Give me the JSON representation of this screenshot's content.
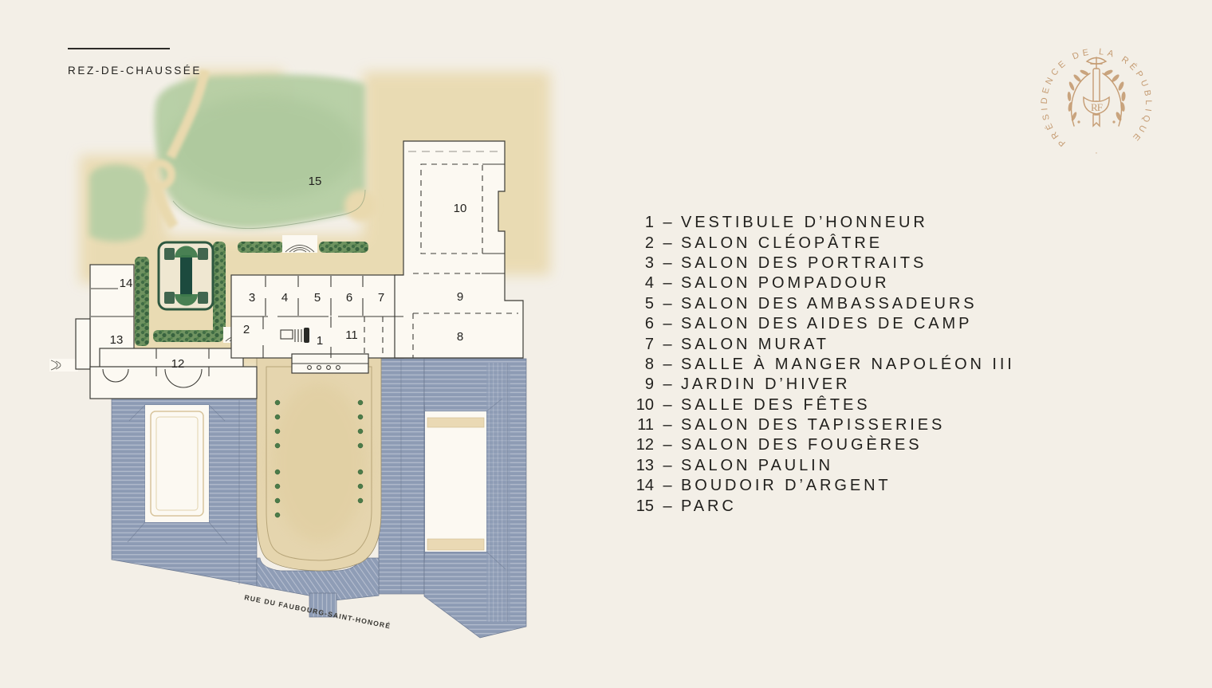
{
  "title": "REZ-DE-CHAUSSÉE",
  "legend": {
    "separator": "–",
    "items": [
      {
        "num": "1",
        "label": "VESTIBULE D’HONNEUR"
      },
      {
        "num": "2",
        "label": "SALON CLÉOPÂTRE"
      },
      {
        "num": "3",
        "label": "SALON DES PORTRAITS"
      },
      {
        "num": "4",
        "label": "SALON POMPADOUR"
      },
      {
        "num": "5",
        "label": "SALON DES AMBASSADEURS"
      },
      {
        "num": "6",
        "label": "SALON DES AIDES DE CAMP"
      },
      {
        "num": "7",
        "label": "SALON MURAT"
      },
      {
        "num": "8",
        "label": "SALLE À MANGER NAPOLÉON III"
      },
      {
        "num": "9",
        "label": "JARDIN D’HIVER"
      },
      {
        "num": "10",
        "label": "SALLE DES FÊTES"
      },
      {
        "num": "11",
        "label": "SALON DES TAPISSERIES"
      },
      {
        "num": "12",
        "label": "SALON DES FOUGÈRES"
      },
      {
        "num": "13",
        "label": "SALON PAULIN"
      },
      {
        "num": "14",
        "label": "BOUDOIR D’ARGENT"
      },
      {
        "num": "15",
        "label": "PARC"
      }
    ]
  },
  "plan": {
    "labels": [
      "1",
      "2",
      "3",
      "4",
      "5",
      "6",
      "7",
      "8",
      "9",
      "10",
      "11",
      "12",
      "13",
      "14",
      "15"
    ]
  },
  "street": {
    "name": "RUE DU FAUBOURG-SAINT-HONORÉ"
  },
  "logo": {
    "text": "PRÉSIDENCE DE LA RÉPUBLIQUE",
    "separator": "·",
    "monogram": "RF"
  },
  "colors": {
    "bg": "#f3efe7",
    "ink": "#201f1c",
    "paper": "#fcf9f2",
    "outline": "#3d3c37",
    "logo-tan": "#c59c73",
    "park-green": "#b7cfa5",
    "hedge-green": "#6f9360",
    "parterre-green": "#2e5840",
    "courtyard-tan": "#e5d5ae",
    "wash-tan": "#e9d9ae",
    "roof-blue": "#8f9db6",
    "roof-line": "#c6cdda",
    "roof-seam": "#6b7890"
  }
}
